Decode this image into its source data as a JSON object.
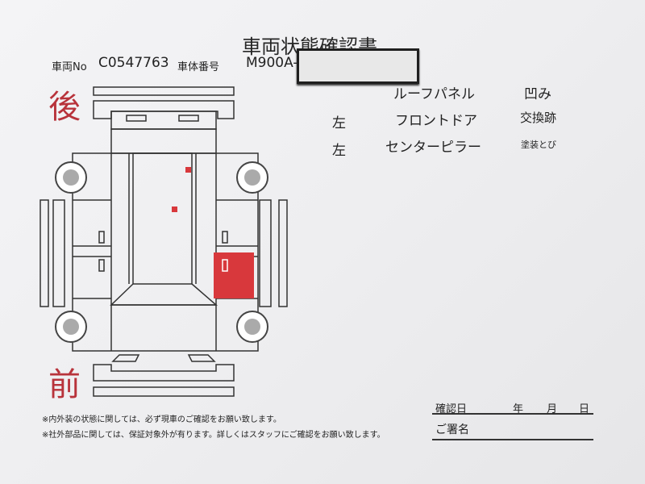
{
  "title": "車両状態確認書",
  "vehicle_no_label": "車両No",
  "vehicle_no": "C0547763",
  "chassis_no_label": "車体番号",
  "chassis_no": "M900A-",
  "rear_label": "後",
  "front_label": "前",
  "damage_report": [
    {
      "side": "",
      "part": "ルーフパネル",
      "condition": "凹み"
    },
    {
      "side": "左",
      "part": "フロントドア",
      "condition": "交換跡"
    },
    {
      "side": "左",
      "part": "センターピラー",
      "condition": "塗装とび"
    }
  ],
  "notes": [
    "※内外装の状態に関しては、必ず現車のご確認をお願い致します。",
    "※社外部品に関しては、保証対象外が有ります。詳しくはスタッフにご確認をお願い致します。"
  ],
  "confirm_date_label": "確認日",
  "year_label": "年",
  "month_label": "月",
  "day_label": "日",
  "signature_label": "ご署名",
  "colors": {
    "mark_red": "#d8383c",
    "heading_red": "#b8333b"
  }
}
